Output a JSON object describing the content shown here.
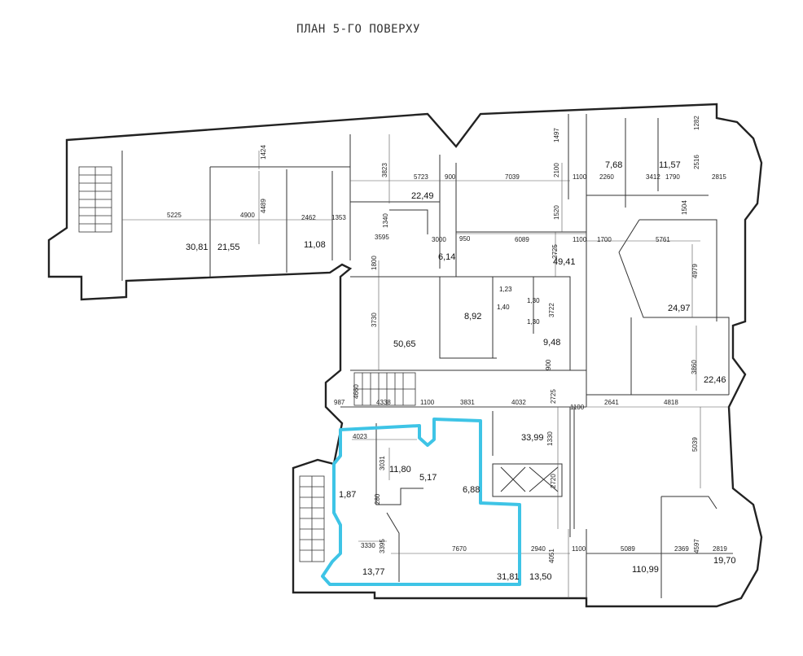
{
  "title": "ПЛАН 5-ГО ПОВЕРХУ",
  "rooms": [
    {
      "label": "30,81"
    },
    {
      "label": "21,55"
    },
    {
      "label": "11,08"
    },
    {
      "label": "22,49"
    },
    {
      "label": "6,14"
    },
    {
      "label": "49,41"
    },
    {
      "label": "7,68"
    },
    {
      "label": "11,57"
    },
    {
      "label": "24,97"
    },
    {
      "label": "8,92"
    },
    {
      "label": "1,23"
    },
    {
      "label": "1,40"
    },
    {
      "label": "1,30"
    },
    {
      "label": "1,30"
    },
    {
      "label": "9,48"
    },
    {
      "label": "50,65"
    },
    {
      "label": "22,46"
    },
    {
      "label": "33,99"
    },
    {
      "label": "11,80"
    },
    {
      "label": "5,17"
    },
    {
      "label": "6,88"
    },
    {
      "label": "1,87"
    },
    {
      "label": "13,77"
    },
    {
      "label": "31,81"
    },
    {
      "label": "13,50"
    },
    {
      "label": "110,99"
    },
    {
      "label": "19,70"
    }
  ],
  "dimensions": [
    "5225",
    "4900",
    "2462",
    "1353",
    "1424",
    "4489",
    "3823",
    "5723",
    "900",
    "7039",
    "1100",
    "2260",
    "3412",
    "1790",
    "2815",
    "1497",
    "2100",
    "1282",
    "2516",
    "1504",
    "1520",
    "1700",
    "5761",
    "3000",
    "950",
    "6089",
    "1100",
    "2725",
    "3595",
    "1340",
    "1800",
    "3730",
    "4979",
    "3722",
    "3860",
    "900",
    "4660",
    "4338",
    "987",
    "1100",
    "3831",
    "4032",
    "2725",
    "1100",
    "2641",
    "4818",
    "4023",
    "3031",
    "1330",
    "5039",
    "2720",
    "280",
    "3330",
    "3395",
    "7670",
    "2940",
    "4051",
    "1100",
    "5089",
    "2369",
    "4597",
    "2819"
  ],
  "highlight_color": "#3ec4e6"
}
